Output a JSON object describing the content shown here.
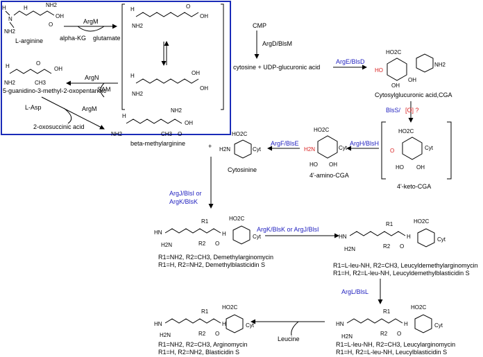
{
  "arginine_box": {
    "nh2_top": "NH2",
    "nh": "N",
    "h": "H",
    "nh2": "NH2",
    "oh": "OH",
    "o": "O",
    "l_arginine": "L-arginine",
    "argM_1": "ArgM",
    "alpha_kg": "alpha-KG",
    "glutamate": "glutamate",
    "argN": "ArgN",
    "sam": "SAM",
    "guanidino": "5-guanidino-3-methyl-2-oxopentanoic",
    "l_asp": "L-Asp",
    "argM_2": "ArgM",
    "oxosuccinic": "2-oxosuccinic acid",
    "beta_methylarginine": "beta-methylarginine",
    "ch3": "CH3",
    "plus": "+"
  },
  "cytosine_path": {
    "cmp": "CMP",
    "argD": "ArgD/BlsM",
    "cytosine_udp": "cytosine + UDP-glucuronic acid",
    "argE": "ArgE/BlsD",
    "cga": "Cytosylglucuronic acid,CGA",
    "blsS": "BlsS/",
    "ox": "[O] ?",
    "keto_cga": "4'-keto-CGA",
    "argH": "ArgH/BlsH",
    "amino_cga": "4'-amino-CGA",
    "argF": "ArgF/BlsE",
    "cytosinine": "Cytosinine",
    "ho2c": "HO2C",
    "h2n": "H2N",
    "ho": "HO",
    "o_keto": "O",
    "cyt": "Cyt",
    "nh2_cyt": "NH2",
    "oh_label": "OH"
  },
  "lower_path": {
    "argJ_1": "ArgJ/BlsI or",
    "argK_1": "ArgK/BlsK",
    "argK_J": "ArgK/BlsK or ArgJ/BlsI",
    "argL": "ArgL/BlsL",
    "leucine": "Leucine",
    "r1": "R1",
    "r2": "R2",
    "hn": "HN",
    "h2n": "H2N",
    "n": "N",
    "h": "H",
    "o": "O",
    "co2h": "HO2C",
    "cyt": "Cyt",
    "demethyl_1": "R1=NH2, R2=CH3, Demethylarginomycin",
    "demethyl_2": "R1=H, R2=NH2, Demethylblasticidin S",
    "leucyldemethyl_1": "R1=L-leu-NH, R2=CH3, Leucyldemethylarginomycin",
    "leucyldemethyl_2": "R1=H, R2=L-leu-NH, Leucyldemethylblasticidin S",
    "leucyl_1": "R1=L-leu-NH, R2=CH3, Leucylarginomycin",
    "leucyl_2": "R1=H, R2=L-leu-NH, Leucylblasticidin S",
    "final_1": "R1=NH2, R2=CH3, Arginomycin",
    "final_2": "R1=H, R2=NH2, Blasticidin S"
  }
}
